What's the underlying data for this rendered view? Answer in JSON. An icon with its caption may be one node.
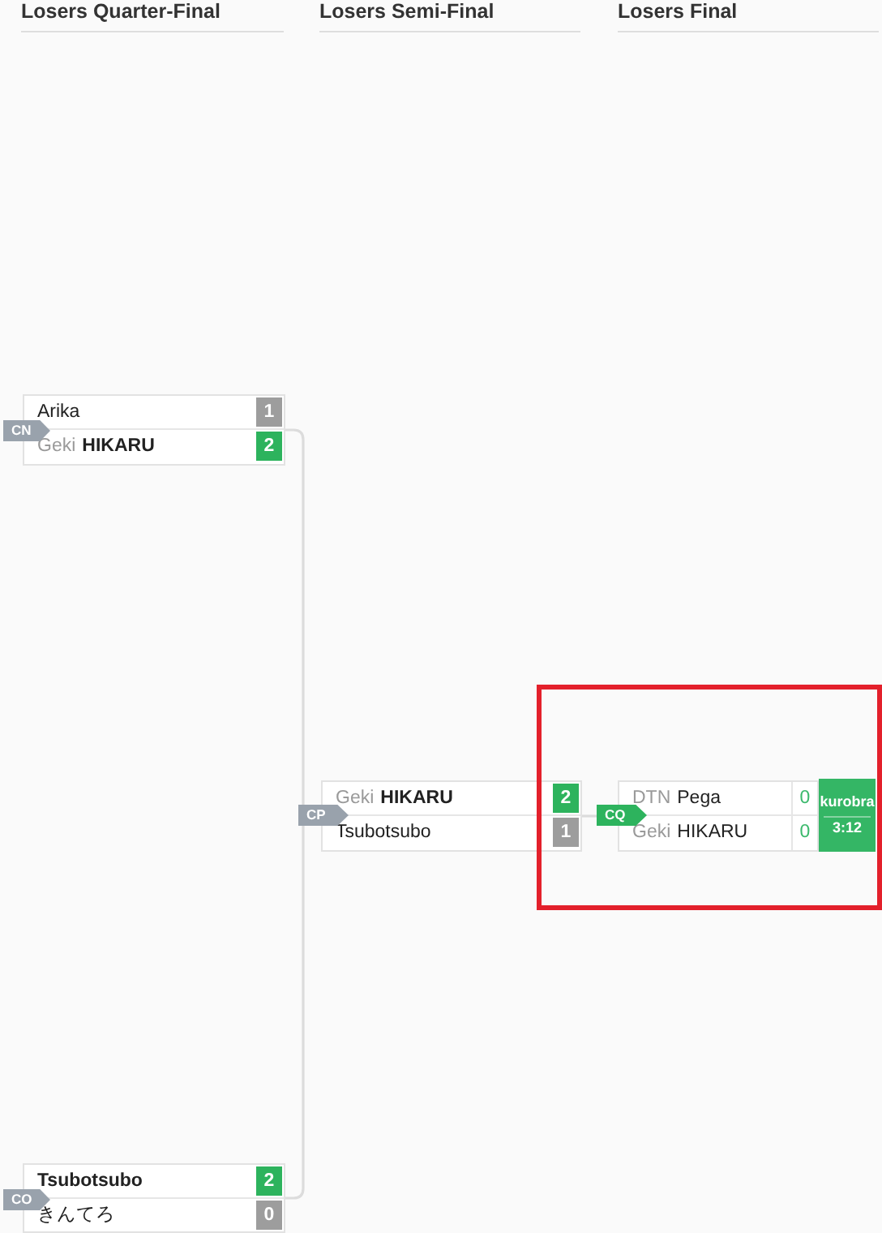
{
  "diagram": {
    "nodes": [
      {
        "text": [
          "CN"
        ]
      },
      {
        "text": [],
        "shape": "box"
      },
      {
        "text": [
          "Arika",
          "1"
        ],
        "in": 1
      },
      {
        "text": [
          "Geki",
          "HIKARU",
          "2"
        ],
        "in": 1
      },
      {
        "text": [
          "CO"
        ]
      },
      {
        "text": [],
        "shape": "box"
      },
      {
        "text": [
          "Tsubotsubo",
          "2"
        ],
        "in": 5
      },
      {
        "text": [
          "きんてろ",
          "0"
        ],
        "in": 5
      },
      {
        "text": [
          "CP"
        ]
      },
      {
        "text": [],
        "shape": "box"
      },
      {
        "text": [
          "Geki",
          "HIKARU",
          "2"
        ],
        "in": 9
      },
      {
        "text": [
          "Tsubotsubo",
          "1"
        ],
        "in": 9
      },
      {
        "text": [],
        "shape": "box"
      },
      {
        "text": [
          "CQ"
        ],
        "in": 12
      },
      {
        "text": [],
        "shape": "box",
        "in": 12
      },
      {
        "text": [
          "DTN",
          "Pega",
          "0"
        ],
        "in": 14
      },
      {
        "text": [
          "Geki",
          "HIKARU",
          "0"
        ],
        "in": 14
      },
      {
        "text": [
          "kurobra",
          "3:12"
        ],
        "in": 12
      }
    ],
    "edges": [
      {
        "from": 1,
        "to": 8,
        "arrow": "none"
      },
      {
        "from": 5,
        "to": 8,
        "arrow": "none"
      },
      {
        "from": 9,
        "to": 13,
        "arrow": "none"
      }
    ],
    "labels": [
      "Losers Quarter-Final",
      "Losers Semi-Final",
      "Losers Final"
    ]
  }
}
